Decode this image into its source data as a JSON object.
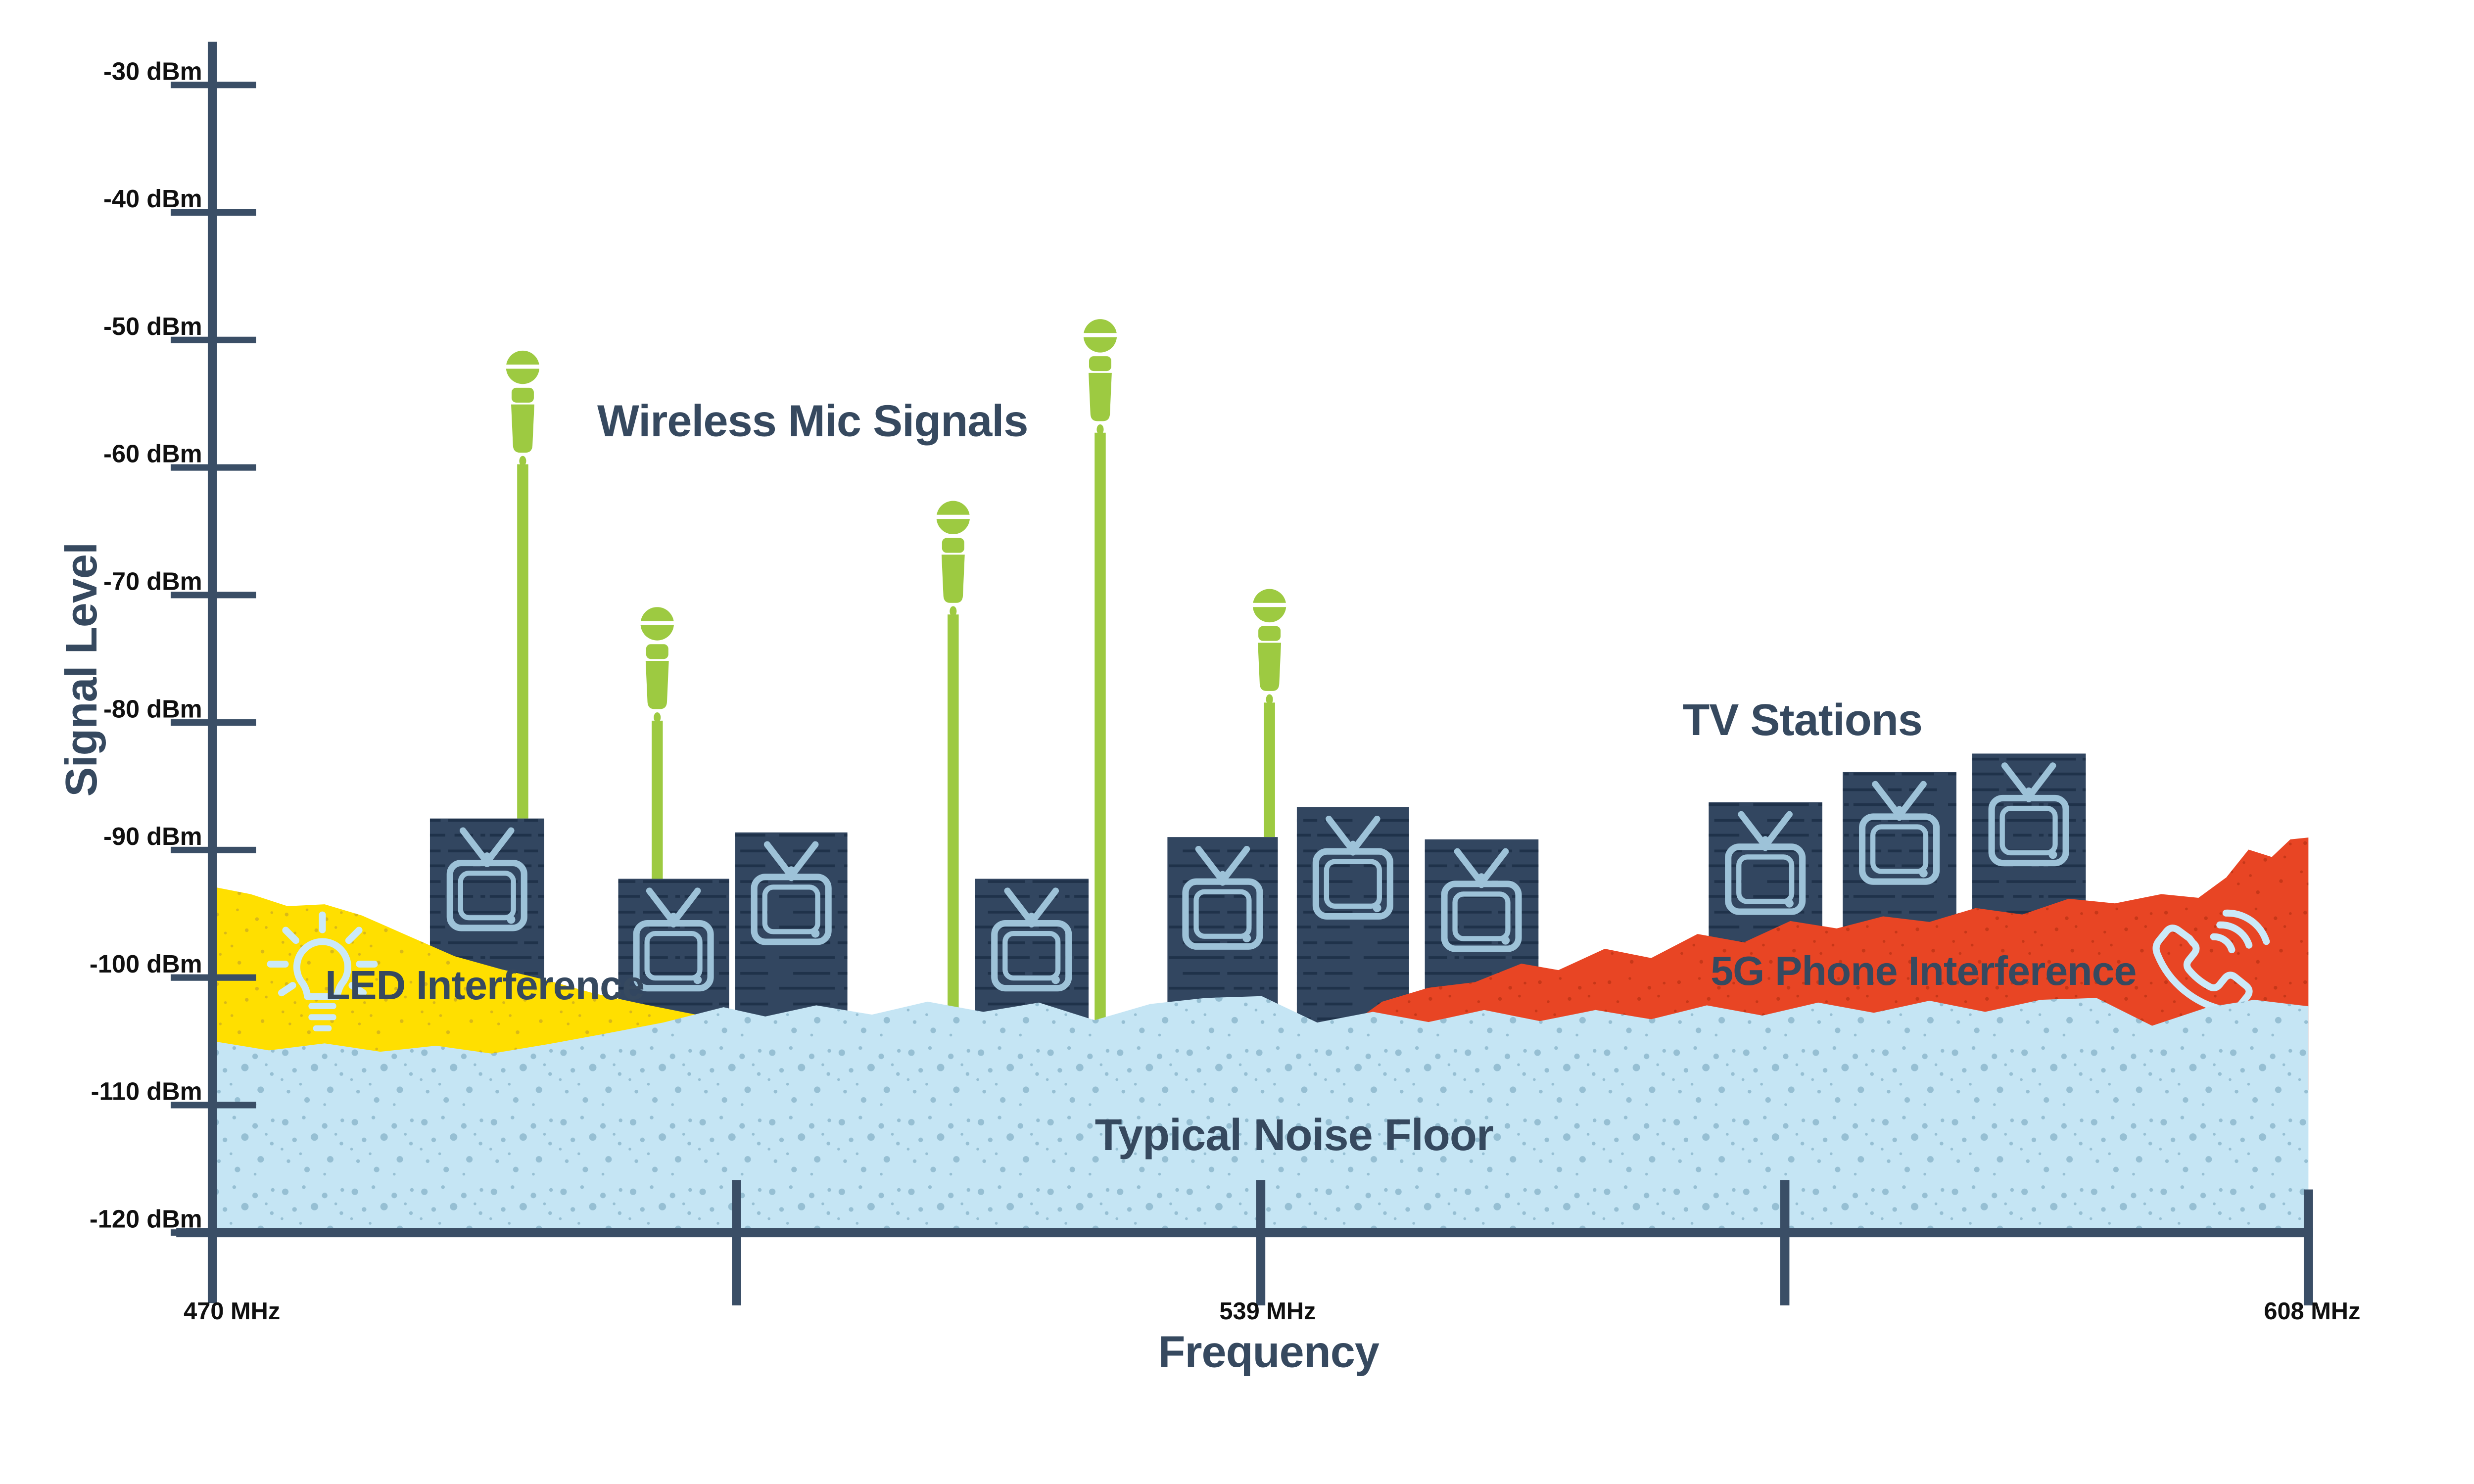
{
  "labels": {
    "signal_level": "Signal Level",
    "frequency": "Frequency",
    "wireless_mics": "Wireless Mic Signals",
    "tv_stations": "TV Stations",
    "led": "LED Interference",
    "five_g": "5G Phone Interference",
    "noise_floor": "Typical Noise Floor"
  },
  "axes": {
    "y": {
      "title": "Signal Level",
      "unit": "dBm",
      "ticks": [
        {
          "label": "-30 dBm"
        },
        {
          "label": "-40 dBm"
        },
        {
          "label": "-50 dBm"
        },
        {
          "label": "-60 dBm"
        },
        {
          "label": "-70 dBm"
        },
        {
          "label": "-80 dBm"
        },
        {
          "label": "-90 dBm"
        },
        {
          "label": "-100 dBm"
        },
        {
          "label": "-110 dBm"
        },
        {
          "label": "-120 dBm"
        }
      ]
    },
    "x": {
      "title": "Frequency",
      "unit": "MHz",
      "ticks": [
        {
          "label": "470 MHz"
        },
        {
          "label": "539 MHz"
        },
        {
          "label": "608 MHz"
        }
      ]
    }
  },
  "icons": {
    "microphone": "microphone-icon",
    "tv": "tv-icon",
    "lightbulb": "lightbulb-icon",
    "phone": "phone-handset-icon"
  },
  "colors": {
    "navy_text": "#36495f",
    "navy_axis": "#3a4e66",
    "navy_block": "#324660",
    "block_texture": "#0c1e34",
    "green_mic": "#9dca41",
    "yellow_led": "#ffdf00",
    "yellow_dots": "#b9992b",
    "red_5g": "#e84524",
    "red_dots": "#b02d10",
    "noise_blue": "#c5e5f4",
    "noise_dots": "#96bfd3",
    "tv_icon_blue": "#9dc2d8",
    "light_icon_blue": "#cbe9f8",
    "axis_label_black": "#101010"
  },
  "chart_data": {
    "type": "area",
    "title": "",
    "xlabel": "Frequency",
    "ylabel": "Signal Level",
    "x_unit": "MHz",
    "y_unit": "dBm",
    "x_range": [
      470,
      608
    ],
    "y_range": [
      -120,
      -30
    ],
    "x_tick_labels": [
      470,
      539,
      608
    ],
    "y_tick_labels": [
      -30,
      -40,
      -50,
      -60,
      -70,
      -80,
      -90,
      -100,
      -110,
      -120
    ],
    "grid": false,
    "legend_position": "none",
    "series": [
      {
        "name": "Wireless Mic Signals",
        "type": "stem-markers",
        "marker": "microphone",
        "color": "#9dca41",
        "points": [
          {
            "freq_mhz": 490,
            "level_dbm": -51
          },
          {
            "freq_mhz": 499,
            "level_dbm": -71
          },
          {
            "freq_mhz": 519,
            "level_dbm": -63
          },
          {
            "freq_mhz": 528,
            "level_dbm": -48
          },
          {
            "freq_mhz": 540,
            "level_dbm": -70
          }
        ]
      },
      {
        "name": "TV Stations",
        "type": "bar",
        "color": "#324660",
        "bar_width_mhz": 7.5,
        "points": [
          {
            "freq_mhz": 488,
            "level_dbm": -88
          },
          {
            "freq_mhz": 500,
            "level_dbm": -92
          },
          {
            "freq_mhz": 508,
            "level_dbm": -89
          },
          {
            "freq_mhz": 524,
            "level_dbm": -92
          },
          {
            "freq_mhz": 536,
            "level_dbm": -89
          },
          {
            "freq_mhz": 545,
            "level_dbm": -87
          },
          {
            "freq_mhz": 554,
            "level_dbm": -89
          },
          {
            "freq_mhz": 572,
            "level_dbm": -86
          },
          {
            "freq_mhz": 581,
            "level_dbm": -84
          },
          {
            "freq_mhz": 590,
            "level_dbm": -82
          }
        ]
      },
      {
        "name": "LED Interference",
        "type": "area",
        "color": "#ffdf00",
        "points": [
          {
            "freq_mhz": 470,
            "level_dbm": -93
          },
          {
            "freq_mhz": 480,
            "level_dbm": -96
          },
          {
            "freq_mhz": 490,
            "level_dbm": -100
          },
          {
            "freq_mhz": 497,
            "level_dbm": -102
          },
          {
            "freq_mhz": 504,
            "level_dbm": -104
          }
        ]
      },
      {
        "name": "5G Phone Interference",
        "type": "area",
        "color": "#e84524",
        "points": [
          {
            "freq_mhz": 544,
            "level_dbm": -104
          },
          {
            "freq_mhz": 555,
            "level_dbm": -100
          },
          {
            "freq_mhz": 570,
            "level_dbm": -96
          },
          {
            "freq_mhz": 585,
            "level_dbm": -93
          },
          {
            "freq_mhz": 600,
            "level_dbm": -91
          },
          {
            "freq_mhz": 608,
            "level_dbm": -89
          }
        ]
      },
      {
        "name": "Typical Noise Floor",
        "type": "area",
        "color": "#c5e5f4",
        "points": [
          {
            "freq_mhz": 470,
            "level_dbm": -105
          },
          {
            "freq_mhz": 490,
            "level_dbm": -105
          },
          {
            "freq_mhz": 504,
            "level_dbm": -102
          },
          {
            "freq_mhz": 539,
            "level_dbm": -103
          },
          {
            "freq_mhz": 570,
            "level_dbm": -103
          },
          {
            "freq_mhz": 608,
            "level_dbm": -103
          }
        ]
      }
    ]
  }
}
